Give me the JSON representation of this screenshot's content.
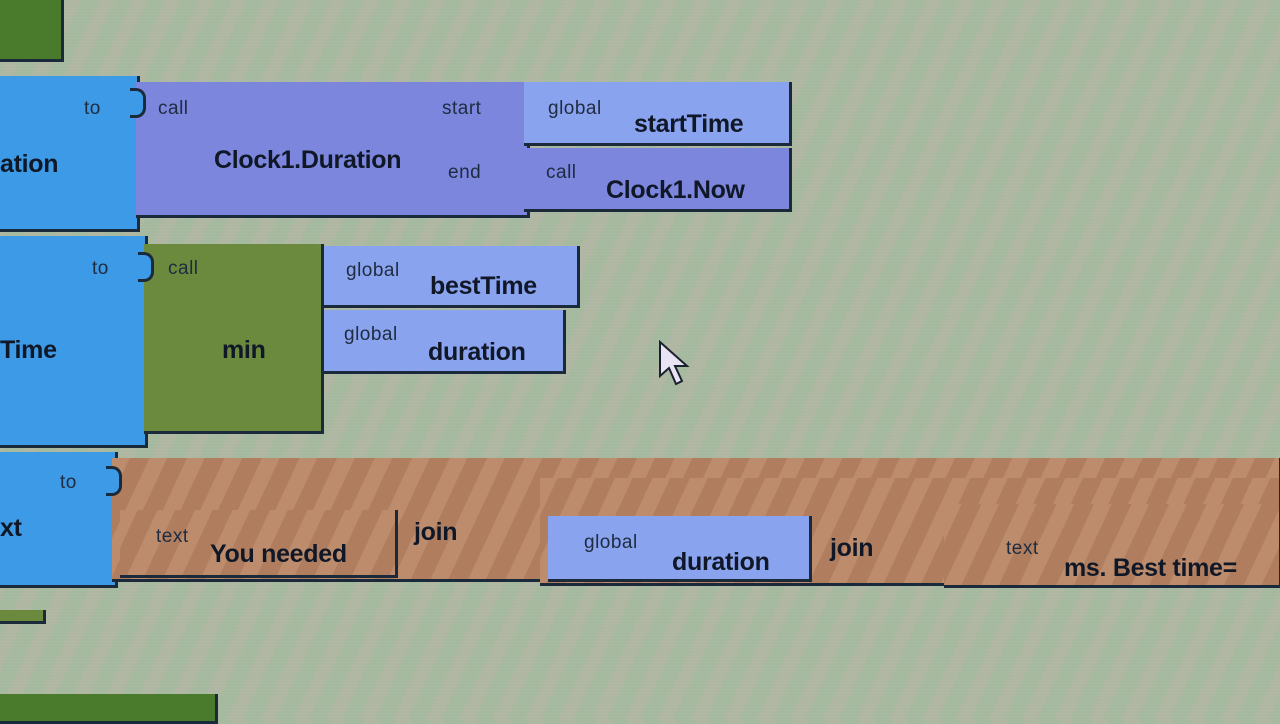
{
  "workspace": {
    "background": "#a9b8a0",
    "colors": {
      "procedure_blue": "#3d9ae6",
      "call_purple": "#7b86dc",
      "global_lavender": "#8aa3ef",
      "math_green": "#6c8a3d",
      "text_brick": "#b98564"
    }
  },
  "rows": [
    {
      "setter": {
        "name_fragment": "ation",
        "to_label": "to"
      },
      "call_block": {
        "prefix": "call",
        "method": "Clock1.Duration",
        "sockets": [
          {
            "label": "start",
            "arg": {
              "prefix": "global",
              "name": "startTime"
            }
          },
          {
            "label": "end",
            "arg": {
              "prefix": "call",
              "name": "Clock1.Now"
            }
          }
        ]
      }
    },
    {
      "setter": {
        "name_fragment": "Time",
        "to_label": "to"
      },
      "call_block": {
        "prefix": "call",
        "method": "min",
        "sockets": [
          {
            "arg": {
              "prefix": "global",
              "name": "bestTime"
            }
          },
          {
            "arg": {
              "prefix": "global",
              "name": "duration"
            }
          }
        ]
      }
    },
    {
      "setter": {
        "name_fragment": "xt",
        "to_label": "to"
      },
      "join_1": {
        "label": "join",
        "arg": {
          "prefix": "text",
          "value": "You needed"
        }
      },
      "join_2": {
        "label": "join",
        "arg": {
          "prefix": "global",
          "name": "duration"
        }
      },
      "text_3": {
        "prefix": "text",
        "value": "ms. Best time="
      }
    }
  ]
}
